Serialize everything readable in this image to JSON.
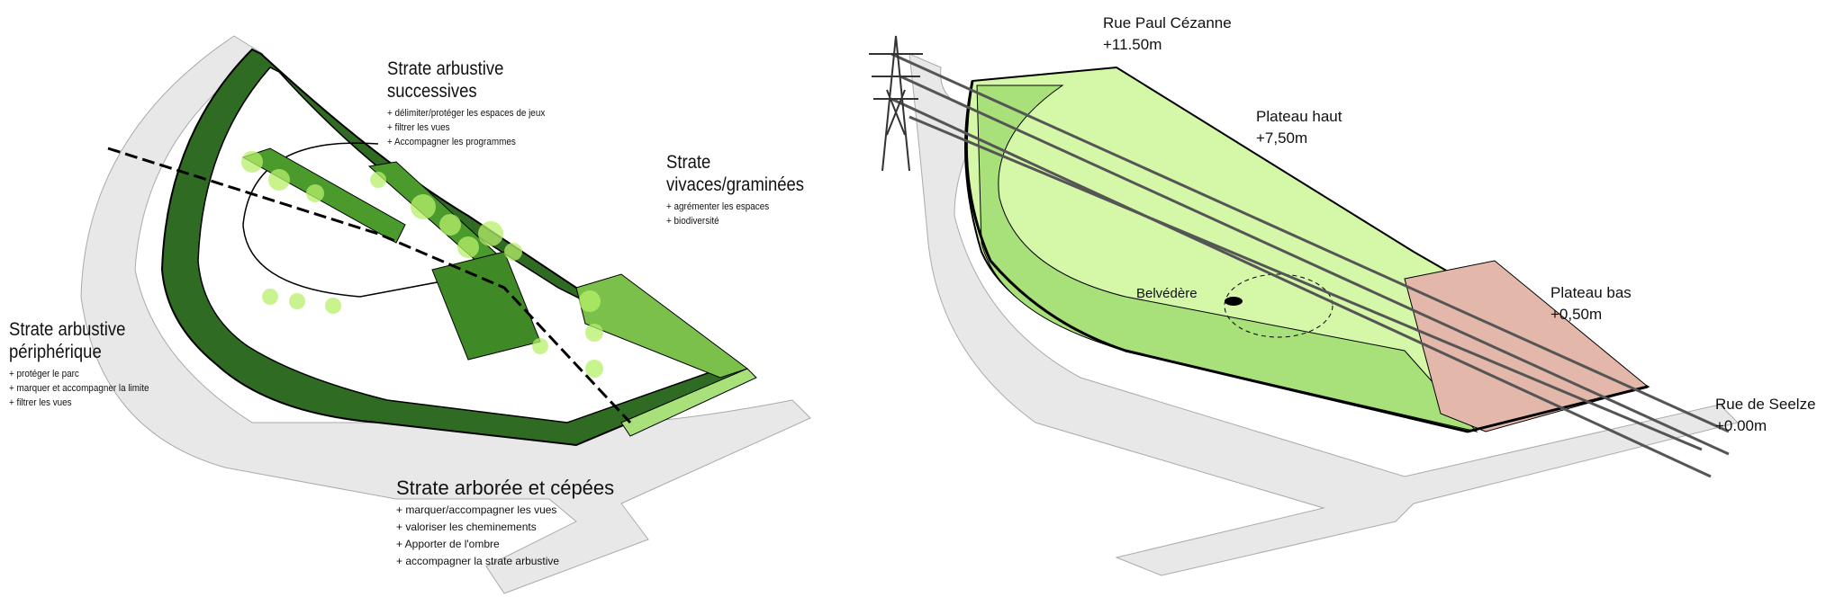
{
  "left_diagram": {
    "labels": [
      {
        "title_lines": [
          "Strate arbustive",
          "successives"
        ],
        "items": [
          "+ délimiter/protéger les espaces de jeux",
          "+ filtrer les vues",
          "+ Accompagner les programmes"
        ]
      },
      {
        "title_lines": [
          "Strate",
          "vivaces/graminées"
        ],
        "items": [
          "+ agrémenter les espaces",
          "+ biodiversité"
        ]
      },
      {
        "title_lines": [
          "Strate arbustive",
          "périphérique"
        ],
        "items": [
          "+ protéger le parc",
          "+ marquer et accompagner la limite",
          "+ filtrer les vues"
        ]
      },
      {
        "title_lines": [
          "Strate arborée et cépées"
        ],
        "items": [
          "+ marquer/accompagner les vues",
          "+ valoriser les cheminements",
          "+ Apporter de l'ombre",
          "+ accompagner la strate arbustive"
        ]
      }
    ]
  },
  "right_diagram": {
    "street_top": {
      "name": "Rue Paul Cézanne",
      "elevation": "+11.50m"
    },
    "plateau_high": {
      "name": "Plateau haut",
      "elevation": "+7,50m"
    },
    "belvedere": "Belvédère",
    "plateau_low": {
      "name": "Plateau bas",
      "elevation": "+0,50m"
    },
    "street_bottom": {
      "name": "Rue de Seelze",
      "elevation": "+0.00m"
    }
  },
  "colors": {
    "dark_green": "#2f6b22",
    "mid_green": "#4a9a2c",
    "light_green": "#a8e07a",
    "pale_green": "#d4f7a8",
    "pink": "#e3b8ab",
    "road": "#e8e8e8"
  }
}
